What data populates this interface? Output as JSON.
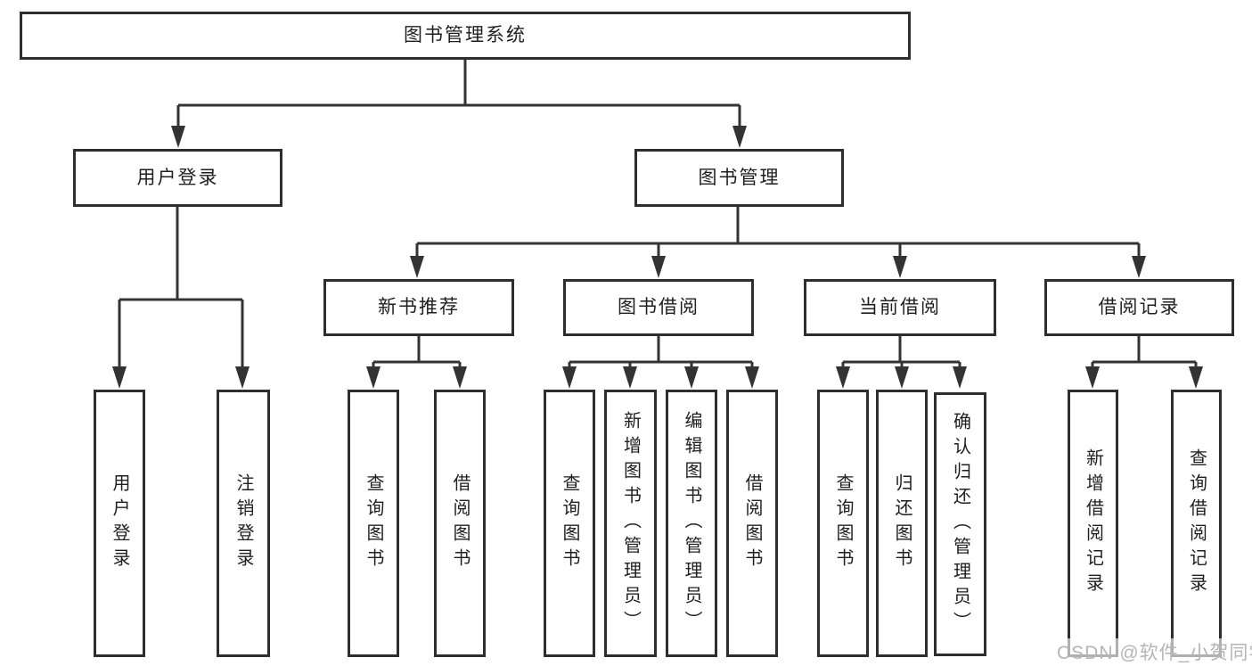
{
  "diagram_type": "tree",
  "tree": {
    "label": "图书管理系统",
    "children": [
      {
        "label": "用户登录",
        "children": [
          {
            "label": "用户登录"
          },
          {
            "label": "注销登录"
          }
        ]
      },
      {
        "label": "图书管理",
        "children": [
          {
            "label": "新书推荐",
            "children": [
              {
                "label": "查询图书"
              },
              {
                "label": "借阅图书"
              }
            ]
          },
          {
            "label": "图书借阅",
            "children": [
              {
                "label": "查询图书"
              },
              {
                "label": "新增图书（管理员）"
              },
              {
                "label": "编辑图书（管理员）"
              },
              {
                "label": "借阅图书"
              }
            ]
          },
          {
            "label": "当前借阅",
            "children": [
              {
                "label": "查询图书"
              },
              {
                "label": "归还图书"
              },
              {
                "label": "确认归还（管理员）"
              }
            ]
          },
          {
            "label": "借阅记录",
            "children": [
              {
                "label": "新增借阅记录"
              },
              {
                "label": "查询借阅记录"
              }
            ]
          }
        ]
      }
    ]
  },
  "watermark": "CSDN @软件_小贺同学",
  "colors": {
    "line": "#333333",
    "box_border": "#2e2e2e",
    "box_fill": "#ffffff",
    "text": "#1f1f1f",
    "watermark": "#b5b5b5",
    "background": "#ffffff"
  }
}
